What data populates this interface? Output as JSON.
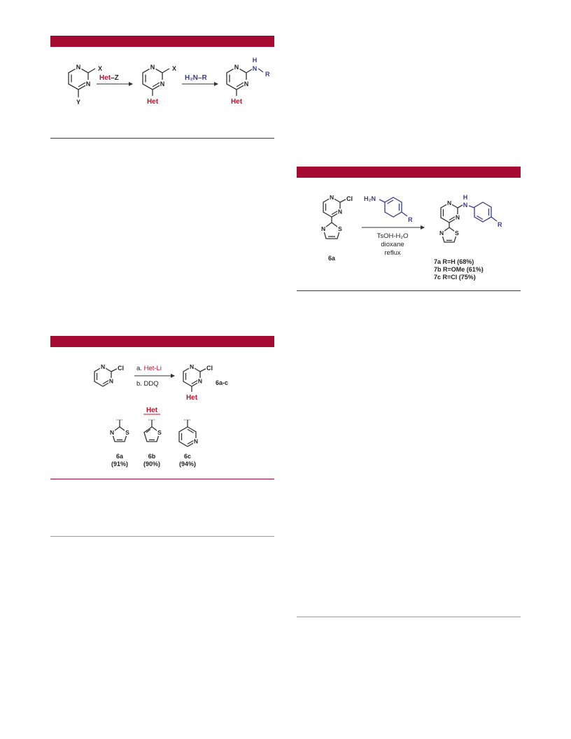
{
  "colors": {
    "accent": "#a50a33",
    "het": "#c0102a",
    "amine": "#3a3a8c",
    "text": "#222222"
  },
  "scheme1": {
    "sm_x": "X",
    "sm_y": "Y",
    "reagent_het": "Het",
    "reagent_z": "–Z",
    "int_x": "X",
    "int_het": "Het",
    "amine_h2n": "H₂N",
    "amine_r": "–R",
    "prod_nh": "N",
    "prod_h": "H",
    "prod_r": "R",
    "prod_het": "Het"
  },
  "scheme2": {
    "sm_cl": "Cl",
    "step_a_prefix": "a. ",
    "step_a_reagent": "Het-Li",
    "step_b": "b. DDQ",
    "prod_cl": "Cl",
    "prod_het": "Het",
    "prod_label": "6a-c",
    "het_header": "Het",
    "het_items": [
      {
        "label": "6a",
        "yield": "(91%)"
      },
      {
        "label": "6b",
        "yield": "(90%)"
      },
      {
        "label": "6c",
        "yield": "(94%)"
      }
    ]
  },
  "scheme3": {
    "sm_cl": "Cl",
    "sm_label": "6a",
    "amine_h2n": "H₂N",
    "amine_r": "R",
    "cond_1": "TsOH-H₂O",
    "cond_2": "dioxane",
    "cond_3": "reflux",
    "prod_nh": "N",
    "prod_h": "H",
    "prod_r": "R",
    "products": [
      "7a R=H (68%)",
      "7b R=OMe (61%)",
      "7c R=Cl (75%)"
    ]
  },
  "atoms": {
    "N": "N",
    "S": "S"
  }
}
